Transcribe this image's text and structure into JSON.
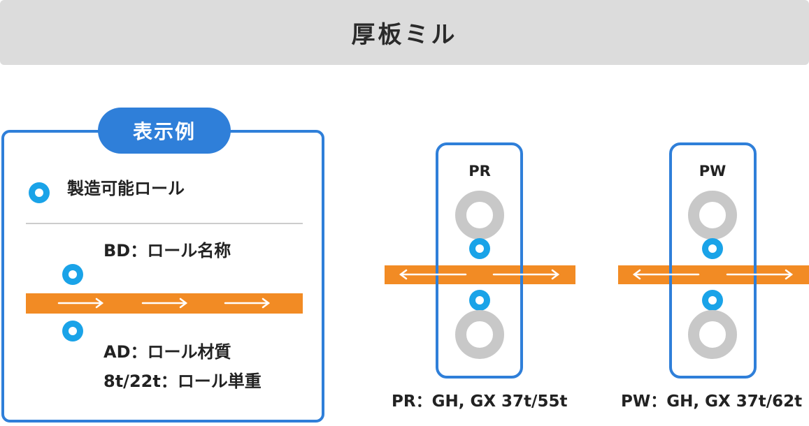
{
  "header": {
    "title": "厚板ミル"
  },
  "legend": {
    "badge": "表示例",
    "roll_item_label": "製造可能ロール",
    "bd_label": "BD：ロール名称",
    "ad_label": "AD：ロール材質",
    "weight_label": "8t/22t：ロール単重"
  },
  "stands": [
    {
      "name": "PR",
      "caption": "PR：GH, GX 37t/55t"
    },
    {
      "name": "PW",
      "caption": "PW：GH, GX 37t/62t"
    }
  ],
  "colors": {
    "accent_blue": "#2f7fd9",
    "work_roll": "#1aa3e8",
    "backup_roll": "#c8c8c8",
    "strip": "#f28b24",
    "title_bg": "#dcdcdc"
  }
}
